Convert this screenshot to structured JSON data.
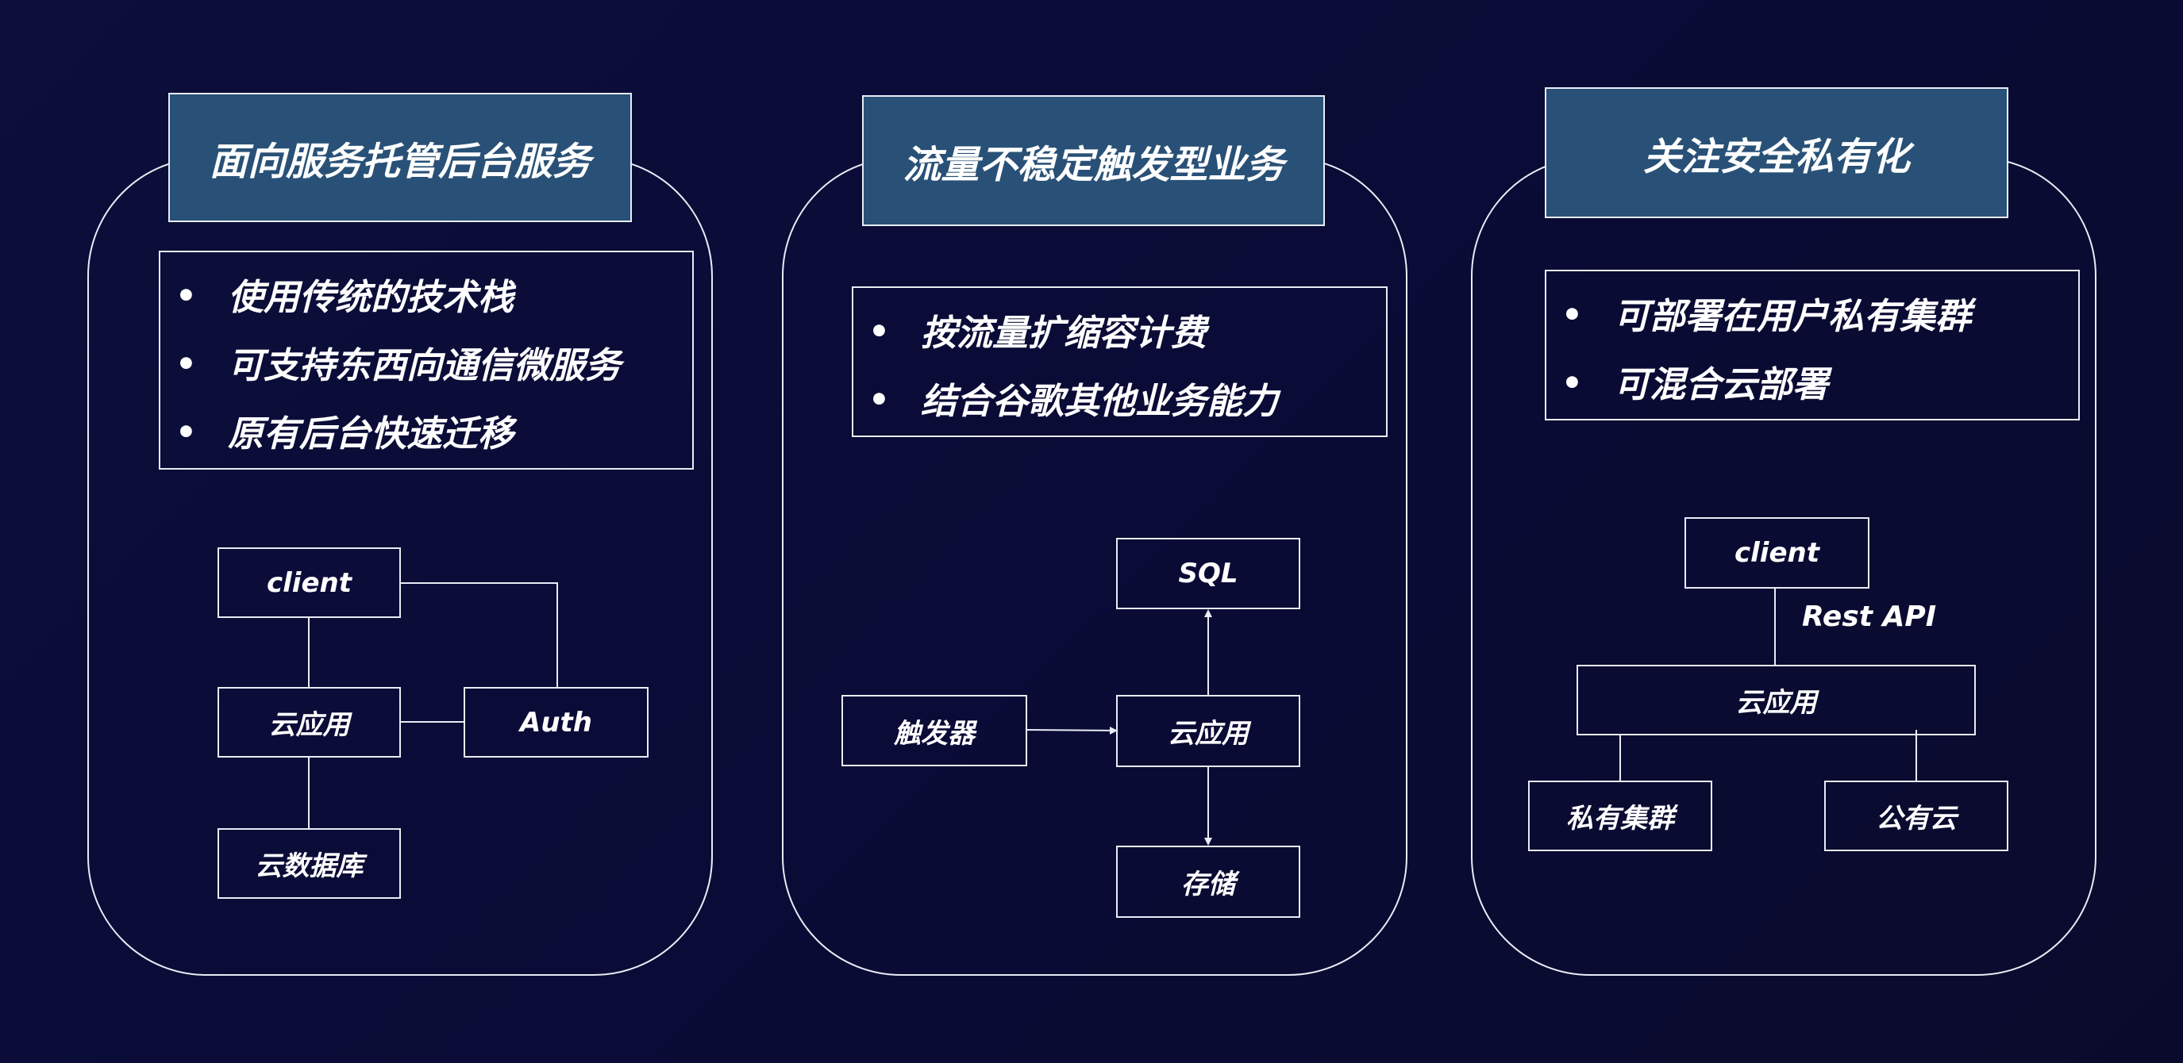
{
  "panels": [
    {
      "title": "面向服务托管后台服务",
      "bullets": [
        "使用传统的技术栈",
        "可支持东西向通信微服务",
        "原有后台快速迁移"
      ],
      "nodes": {
        "client": "client",
        "app": "云应用",
        "auth": "Auth",
        "db": "云数据库"
      }
    },
    {
      "title": "流量不稳定触发型业务",
      "bullets": [
        "按流量扩缩容计费",
        "结合谷歌其他业务能力"
      ],
      "nodes": {
        "sql": "SQL",
        "trigger": "触发器",
        "app": "云应用",
        "storage": "存储"
      }
    },
    {
      "title": "关注安全私有化",
      "bullets": [
        "可部署在用户私有集群",
        "可混合云部署"
      ],
      "nodes": {
        "client": "client",
        "app": "云应用",
        "private": "私有集群",
        "public": "公有云"
      },
      "edge_label": "Rest API"
    }
  ]
}
